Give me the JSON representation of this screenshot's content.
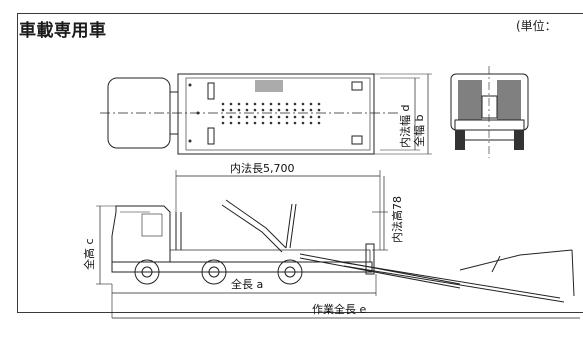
{
  "title": "車載専用車",
  "unit_note": "(単位：",
  "dimensions": {
    "inner_width": "内法幅 d",
    "overall_width": "全幅 b",
    "inner_length": "内法長5,700",
    "inner_height": "内法高78",
    "overall_height": "全高 c",
    "overall_length": "全長 a",
    "working_length": "作業全長 e"
  }
}
